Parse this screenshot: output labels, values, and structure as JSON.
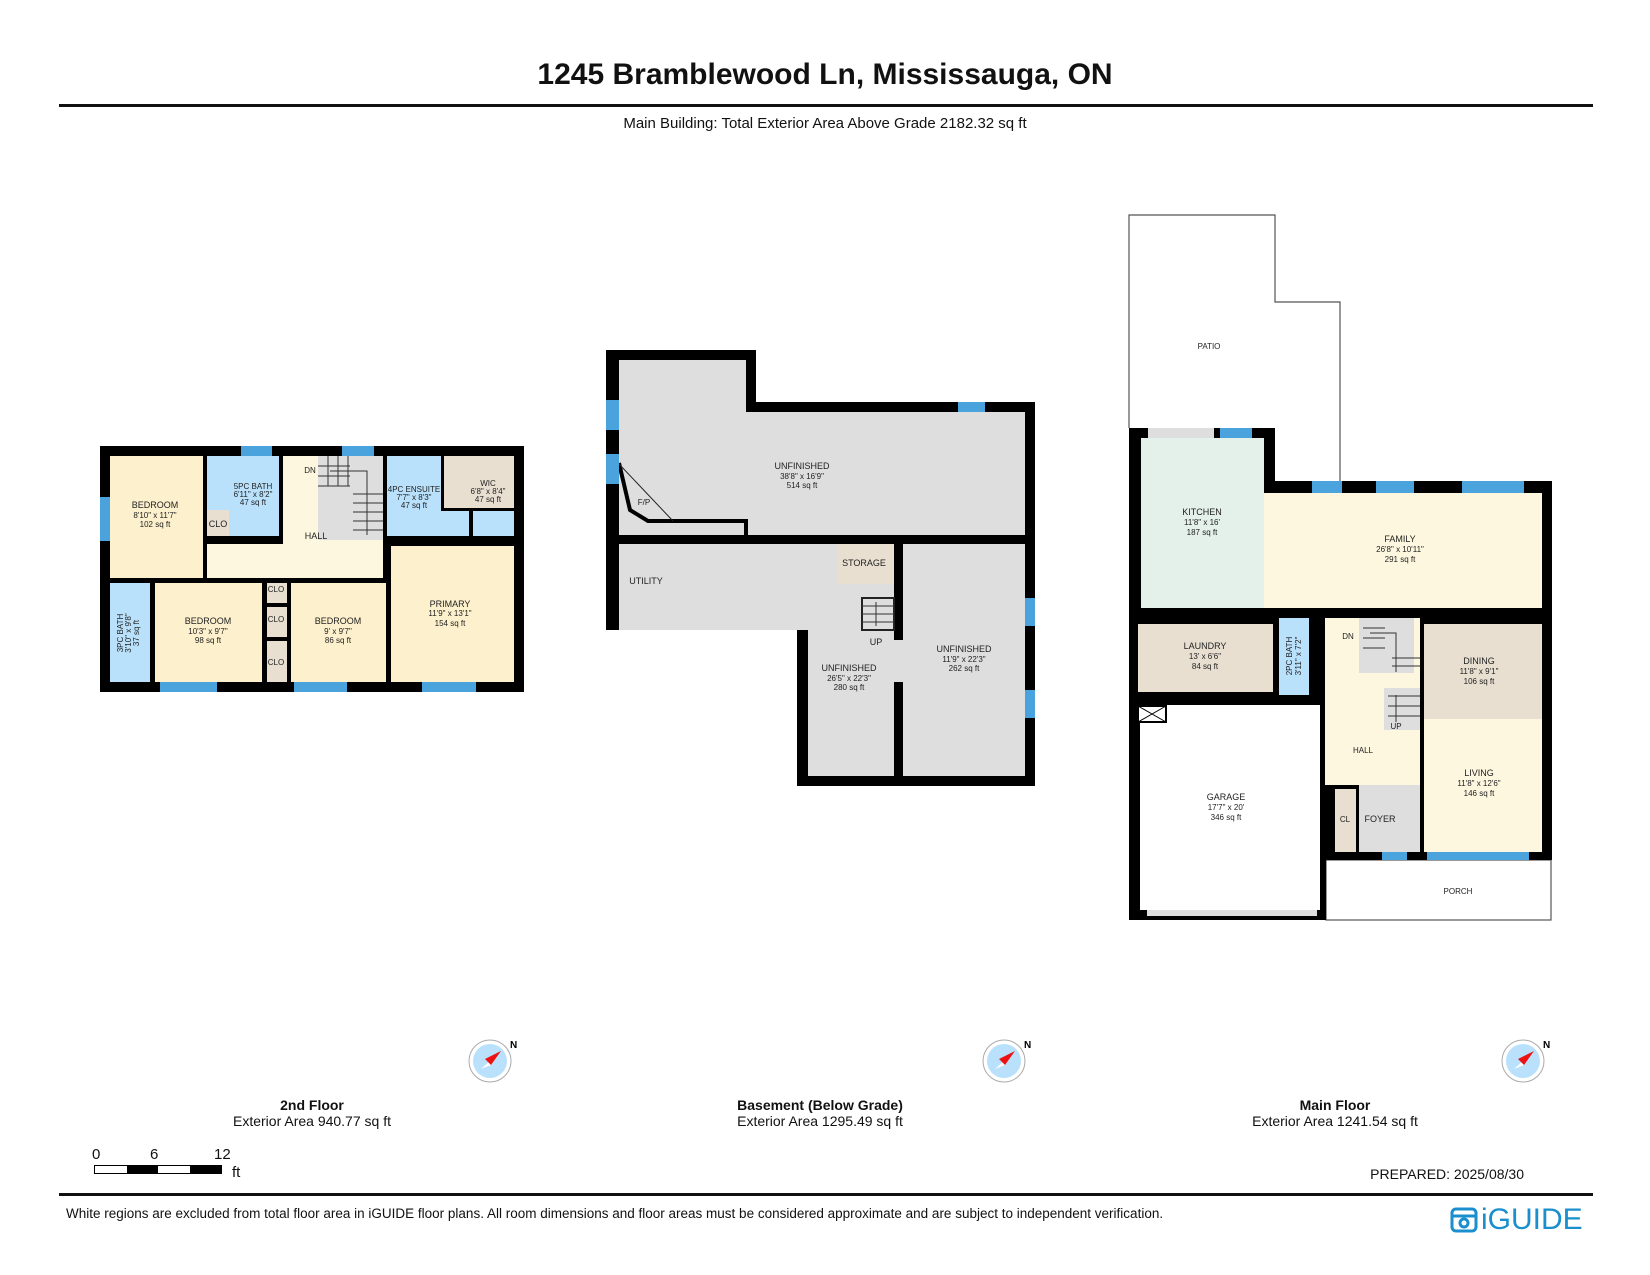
{
  "header": {
    "title": "1245 Bramblewood Ln, Mississauga, ON",
    "subtitle": "Main Building: Total Exterior Area Above Grade 2182.32 sq ft"
  },
  "floors": [
    {
      "name": "2nd Floor",
      "area": "Exterior Area 940.77 sq ft",
      "rooms": [
        {
          "name": "BEDROOM",
          "dims": "8'10\" x 11'7\"",
          "area": "102 sq ft"
        },
        {
          "name": "5PC BATH",
          "dims": "6'11\" x 8'2\"",
          "area": "47 sq ft"
        },
        {
          "name": "HALL"
        },
        {
          "name": "4PC ENSUITE",
          "dims": "7'7\" x 8'3\"",
          "area": "47 sq ft"
        },
        {
          "name": "WIC",
          "dims": "6'8\" x 8'4\"",
          "area": "47 sq ft"
        },
        {
          "name": "3PC BATH",
          "dims": "3'10\" x 9'8\"",
          "area": "37 sq ft"
        },
        {
          "name": "BEDROOM",
          "dims": "10'3\" x 9'7\"",
          "area": "98 sq ft"
        },
        {
          "name": "BEDROOM",
          "dims": "9' x 9'7\"",
          "area": "86 sq ft"
        },
        {
          "name": "PRIMARY",
          "dims": "11'9\" x 13'1\"",
          "area": "154 sq ft"
        },
        {
          "name": "CLO"
        },
        {
          "name": "DN"
        }
      ]
    },
    {
      "name": "Basement (Below Grade)",
      "area": "Exterior Area 1295.49 sq ft",
      "rooms": [
        {
          "name": "UNFINISHED",
          "dims": "38'8\" x 16'9\"",
          "area": "514 sq ft"
        },
        {
          "name": "F/P"
        },
        {
          "name": "UTILITY"
        },
        {
          "name": "STORAGE"
        },
        {
          "name": "UP"
        },
        {
          "name": "UNFINISHED",
          "dims": "26'5\" x 22'3\"",
          "area": "280 sq ft"
        },
        {
          "name": "UNFINISHED",
          "dims": "11'9\" x 22'3\"",
          "area": "262 sq ft"
        }
      ]
    },
    {
      "name": "Main Floor",
      "area": "Exterior Area 1241.54 sq ft",
      "rooms": [
        {
          "name": "PATIO"
        },
        {
          "name": "KITCHEN",
          "dims": "11'8\" x 16'",
          "area": "187 sq ft"
        },
        {
          "name": "FAMILY",
          "dims": "26'8\" x 10'11\"",
          "area": "291 sq ft"
        },
        {
          "name": "LAUNDRY",
          "dims": "13' x 6'6\"",
          "area": "84 sq ft"
        },
        {
          "name": "2PC BATH",
          "dims": "3'11\" x 7'2\""
        },
        {
          "name": "DN"
        },
        {
          "name": "DINING",
          "dims": "11'8\" x 9'1\"",
          "area": "106 sq ft"
        },
        {
          "name": "UP"
        },
        {
          "name": "HALL"
        },
        {
          "name": "LIVING",
          "dims": "11'8\" x 12'6\"",
          "area": "146 sq ft"
        },
        {
          "name": "GARAGE",
          "dims": "17'7\" x 20'",
          "area": "346 sq ft"
        },
        {
          "name": "CL"
        },
        {
          "name": "FOYER"
        },
        {
          "name": "PORCH"
        }
      ]
    }
  ],
  "compass": {
    "label": "N"
  },
  "scale_bar": {
    "ticks": [
      "0",
      "6",
      "12"
    ],
    "unit": "ft"
  },
  "footer": {
    "prepared": "PREPARED: 2025/08/30",
    "disclaimer": "White regions are excluded from total floor area in iGUIDE floor plans. All room dimensions and floor areas must be considered approximate and are subject to independent verification.",
    "logo": "iGUIDE"
  },
  "colors": {
    "wall": "#000000",
    "window": "#4aa3dc",
    "bedroom": "#fdf0cc",
    "bath": "#b9e1fb",
    "closet": "#e8dfd1",
    "hall": "#fdf7df",
    "kitchen": "#e4f0ea",
    "unfinished": "#dedede",
    "brand": "#1b8fcd"
  }
}
